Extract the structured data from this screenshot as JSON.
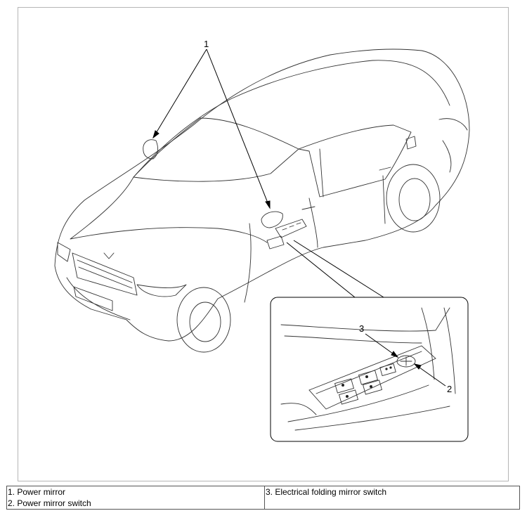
{
  "callouts": {
    "c1": "1",
    "c2": "2",
    "c3": "3"
  },
  "legend": {
    "rows": [
      {
        "left": "1. Power mirror",
        "right": "3. Electrical folding mirror switch"
      },
      {
        "left": "2. Power mirror switch",
        "right": ""
      }
    ]
  },
  "colors": {
    "line": "#333333",
    "frame": "#b5b5b5"
  }
}
